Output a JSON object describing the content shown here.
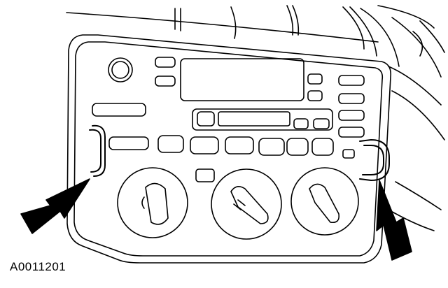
{
  "figure": {
    "id_label": "A0011201",
    "subject": "radio-and-climate-control-bezel-removal",
    "line_color": "#000000",
    "background_color": "#ffffff",
    "callout_arrow_count": 2,
    "removal_tool_count": 2,
    "knob_count": 3
  }
}
